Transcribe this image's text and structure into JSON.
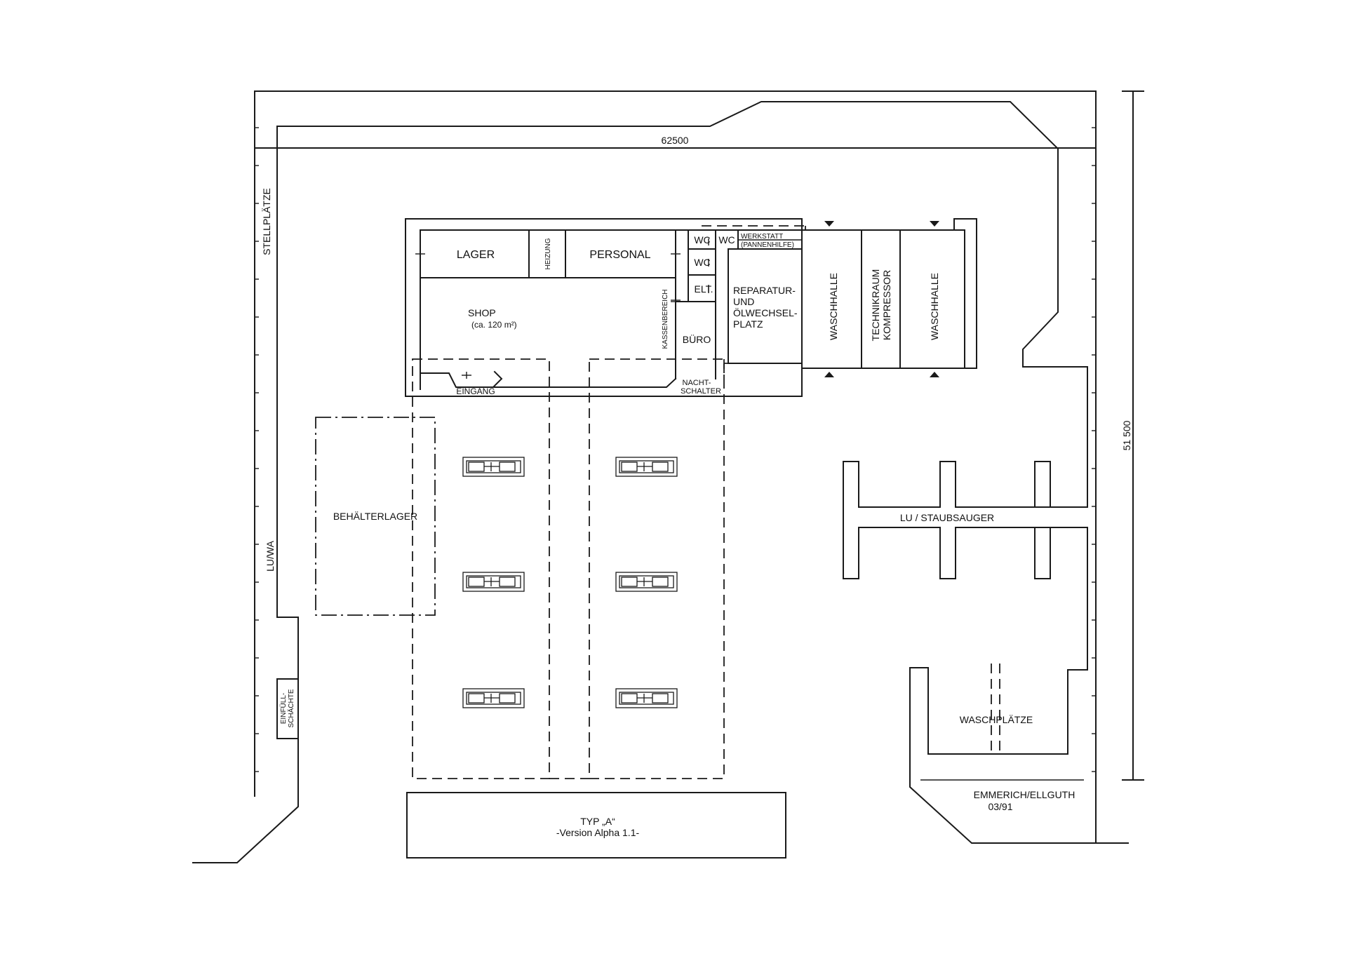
{
  "labels": {
    "dim_width": "62500",
    "dim_height": "51 500",
    "stellplaetze": "STELLPLÄTZE",
    "lu_wa": "LU/WA",
    "einfuell_1": "EINFÜLL-",
    "einfuell_2": "SCHÄCHTE",
    "lager": "LAGER",
    "heizung": "HEIZUNG",
    "personal": "PERSONAL",
    "wc_1": "WC",
    "wc_2": "WC",
    "wc_3": "WC",
    "werkstatt_1": "WERKSTATT",
    "werkstatt_2": "(PANNENHILFE)",
    "elt": "ELT.",
    "kassenbereich": "KASSENBEREICH",
    "shop": "SHOP",
    "shop_size": "(ca. 120 m²)",
    "buero": "BÜRO",
    "reparatur_1": "REPARATUR-",
    "reparatur_2": "UND",
    "reparatur_3": "ÖLWECHSEL-",
    "reparatur_4": "PLATZ",
    "waschhalle_1": "WASCHHALLE",
    "technikraum_1": "TECHNIKRAUM",
    "technikraum_2": "KOMPRESSOR",
    "waschhalle_2": "WASCHHALLE",
    "eingang": "EINGANG",
    "nachtschalter_1": "NACHT-",
    "nachtschalter_2": "SCHALTER",
    "behaelterlager": "BEHÄLTERLAGER",
    "lu_staubsauger": "LU / STAUBSAUGER",
    "waschplaetze": "WASCHPLÄTZE",
    "author": "EMMERICH/ELLGUTH",
    "date": "03/91",
    "typ": "TYP „A“",
    "version": "-Version Alpha 1.1-"
  }
}
